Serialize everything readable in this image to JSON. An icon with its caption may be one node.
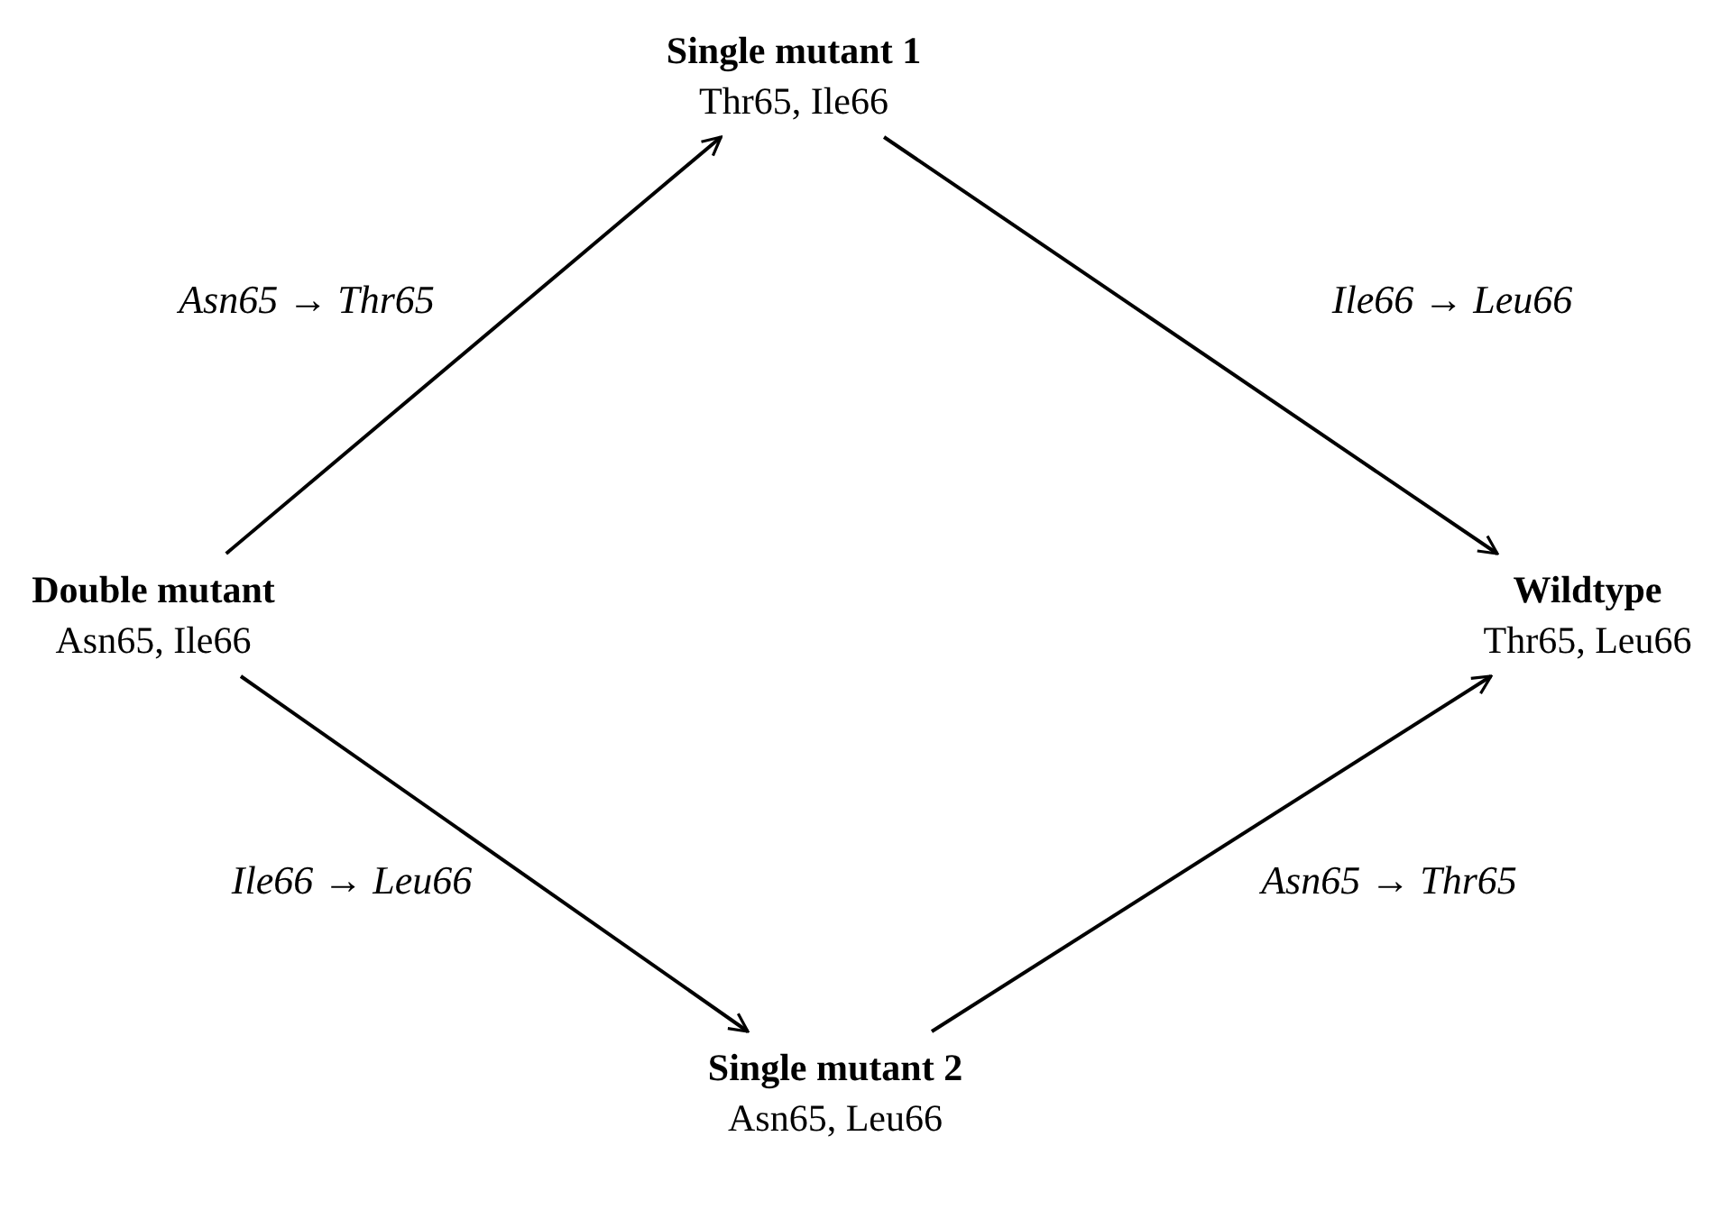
{
  "diagram": {
    "nodes": [
      {
        "text": [
          "Single mutant 1",
          "Thr65, Ile66"
        ]
      },
      {
        "text": [
          "Double mutant",
          "Asn65, Ile66"
        ]
      },
      {
        "text": [
          "Wildtype",
          "Thr65, Leu66"
        ]
      },
      {
        "text": [
          "Single mutant 2",
          "Asn65, Leu66"
        ]
      }
    ],
    "edges": [
      {
        "from": 1,
        "to": 0,
        "arrow": "to",
        "label": "Asn65 → Thr65"
      },
      {
        "from": 0,
        "to": 2,
        "arrow": "to",
        "label": "Ile66 → Leu66"
      },
      {
        "from": 1,
        "to": 3,
        "arrow": "to",
        "label": "Ile66 → Leu66"
      },
      {
        "from": 3,
        "to": 2,
        "arrow": "to",
        "label": "Asn65 → Thr65"
      }
    ]
  }
}
